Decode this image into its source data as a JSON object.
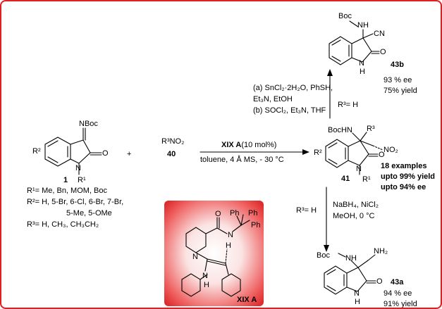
{
  "reactant1": {
    "substituent_label": "NBoc",
    "ring_label": "R²",
    "oxo_label": "O",
    "n_label": "N",
    "r1_label": "R¹",
    "compound_number": "1",
    "definitions": [
      "R¹= Me, Bn, MOM, Boc",
      "R²= H, 5-Br, 6-Cl, 6-Br, 7-Br,",
      "5-Me, 5-OMe",
      "R³= H, CH₃, CH₃CH₂"
    ]
  },
  "plus_sign": "+",
  "reactant2": {
    "formula": "R³NO₂",
    "compound_number": "40"
  },
  "main_reaction": {
    "catalyst": "XIX A",
    "catalyst_loading": "(10 mol%)",
    "conditions": "toluene, 4 Å MS, - 30 °C"
  },
  "product41": {
    "compound_number": "41",
    "nh_label": "BocHN",
    "r3_label": "R³",
    "no2_label": "NO₂",
    "ring_label": "R²",
    "oxo_label": "O",
    "n_label": "N",
    "r1_label": "R¹",
    "examples": "18 examples",
    "yield": "upto 99% yield",
    "ee": "upto 94% ee"
  },
  "upper_reaction": {
    "line_a1": "(a) SnCl₂·2H₂O, PhSH,",
    "line_a2": "Et₃N, EtOH",
    "line_b": "(b) SOCl₂, Et₃N, THF",
    "condition": "R³= H"
  },
  "product43b": {
    "compound_number": "43b",
    "boc_label": "Boc",
    "nh_label": "NH",
    "cn_label": "CN",
    "oxo_label": "O",
    "n_label": "N",
    "h_label": "H",
    "ee": "93 % ee",
    "yield": "75% yield"
  },
  "lower_reaction": {
    "condition": "R³= H",
    "reagents": "NaBH₄, NiCl₂",
    "conditions": "MeOH, 0 °C"
  },
  "product43a": {
    "compound_number": "43a",
    "boc_label": "Boc",
    "nh_label": "NH",
    "nh2_label": "NH₂",
    "oxo_label": "O",
    "n_label": "N",
    "h_label": "H",
    "ee": "94 % ee",
    "yield": "91% yield"
  },
  "catalyst_structure": {
    "name": "XIX A",
    "ph_labels": [
      "Ph",
      "Ph",
      "Ph"
    ],
    "o_label": "O",
    "n_label": "N",
    "h_label": "H",
    "nh_label": "N",
    "nh_h_label": "H",
    "n_ring_label": "N",
    "box_color": "#e02020"
  }
}
